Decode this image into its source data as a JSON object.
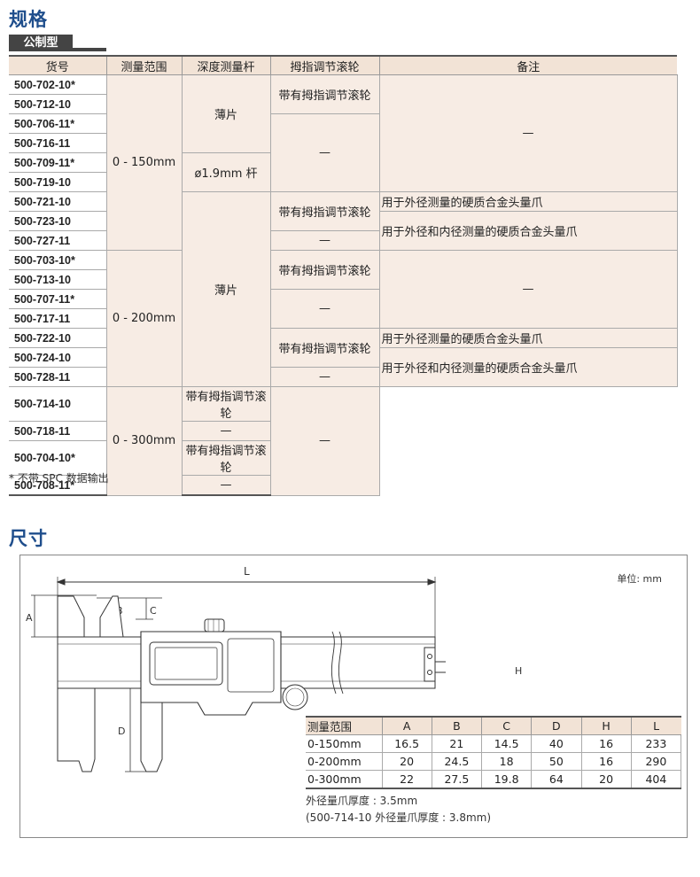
{
  "spec": {
    "title": "规格",
    "subtab": "公制型",
    "headers": [
      "货号",
      "测量范围",
      "深度测量杆",
      "拇指调节滚轮",
      "备注"
    ],
    "rows": [
      {
        "code": "500-702-10*",
        "range": "0 - 150mm",
        "depth": "薄片",
        "thumb": "带有拇指调节滚轮",
        "note": "—"
      },
      {
        "code": "500-712-10"
      },
      {
        "code": "500-706-11*",
        "thumb": "—"
      },
      {
        "code": "500-716-11"
      },
      {
        "code": "500-709-11*",
        "depth": "ø1.9mm 杆"
      },
      {
        "code": "500-719-10"
      },
      {
        "code": "500-721-10",
        "depth": "薄片",
        "thumb": "带有拇指调节滚轮",
        "note": "用于外径测量的硬质合金头量爪"
      },
      {
        "code": "500-723-10",
        "note": "用于外径和内径测量的硬质合金头量爪"
      },
      {
        "code": "500-727-11",
        "thumb": "—"
      },
      {
        "code": "500-703-10*",
        "range": "0 - 200mm",
        "thumb": "带有拇指调节滚轮",
        "note": "—"
      },
      {
        "code": "500-713-10"
      },
      {
        "code": "500-707-11*",
        "thumb": "—"
      },
      {
        "code": "500-717-11"
      },
      {
        "code": "500-722-10",
        "thumb": "带有拇指调节滚轮",
        "note": "用于外径测量的硬质合金头量爪"
      },
      {
        "code": "500-724-10",
        "note": "用于外径和内径测量的硬质合金头量爪"
      },
      {
        "code": "500-728-11",
        "thumb": "—"
      },
      {
        "code": "500-714-10",
        "range": "0 - 300mm",
        "thumb": "带有拇指调节滚轮",
        "note": "—"
      },
      {
        "code": "500-718-11",
        "thumb": "—"
      },
      {
        "code": "500-704-10*",
        "thumb": "带有拇指调节滚轮"
      },
      {
        "code": "500-708-11*",
        "thumb": "—"
      }
    ],
    "footnote": "* 不带 SPC 数据输出"
  },
  "dimensions": {
    "title": "尺寸",
    "unit": "单位: mm",
    "labels": {
      "L": "L",
      "A": "A",
      "B": "B",
      "C": "C",
      "D": "D",
      "H": "H"
    },
    "table_headers": [
      "测量范围",
      "A",
      "B",
      "C",
      "D",
      "H",
      "L"
    ],
    "table_rows": [
      [
        "0-150mm",
        "16.5",
        "21",
        "14.5",
        "40",
        "16",
        "233"
      ],
      [
        "0-200mm",
        "20",
        "24.5",
        "18",
        "50",
        "16",
        "290"
      ],
      [
        "0-300mm",
        "22",
        "27.5",
        "19.8",
        "64",
        "20",
        "404"
      ]
    ],
    "note1": "外径量爪厚度 : 3.5mm",
    "note2": "(500-714-10 外径量爪厚度 : 3.8mm)"
  },
  "colors": {
    "title": "#1f4e8c",
    "header_bg": "#f2e3d6",
    "cell_bg": "#f7ece4",
    "tab_bg": "#444444"
  }
}
